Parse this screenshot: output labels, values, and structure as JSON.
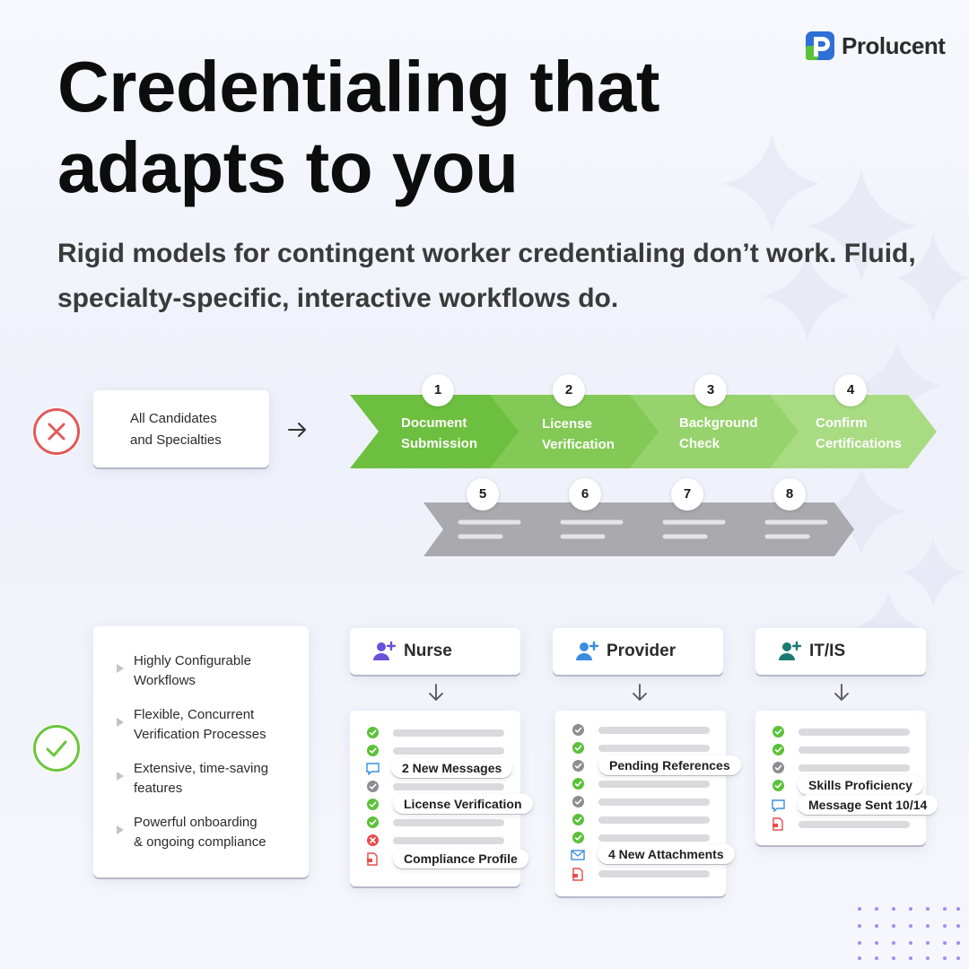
{
  "brand": {
    "name": "Prolucent",
    "colors": {
      "blue": "#2f6fd6",
      "green": "#5cc13a",
      "teal": "#1a7a73"
    }
  },
  "title": "Credentialing that adapts to you",
  "subtitle": "Rigid models for contingent worker credentialing don’t work. Fluid, specialty-specific, interactive workflows do.",
  "rigid": {
    "status_icon": "x-circle-icon",
    "source_card": {
      "line1": "All Candidates",
      "line2": "and Specialties"
    },
    "steps": [
      {
        "number": "1",
        "line1": "Document",
        "line2": "Submission"
      },
      {
        "number": "2",
        "line1": "License",
        "line2": "Verification"
      },
      {
        "number": "3",
        "line1": "Background",
        "line2": "Check"
      },
      {
        "number": "4",
        "line1": "Confirm",
        "line2": "Certifications"
      }
    ],
    "more_steps": [
      "5",
      "6",
      "7",
      "8"
    ]
  },
  "adaptive": {
    "status_icon": "check-circle-icon",
    "features": [
      {
        "line1": "Highly Configurable",
        "line2": "Workflows"
      },
      {
        "line1": "Flexible, Concurrent",
        "line2": "Verification Processes"
      },
      {
        "line1": "Extensive, time-saving",
        "line2": "features"
      },
      {
        "line1": "Powerful onboarding",
        "line2": "& ongoing compliance"
      }
    ],
    "roles": [
      {
        "name": "Nurse",
        "icon": "add-user-icon",
        "color": "#6b4fd8",
        "pills": [
          "2 New Messages",
          "License Verification",
          "Compliance Profile"
        ]
      },
      {
        "name": "Provider",
        "icon": "add-user-icon",
        "color": "#3a8de0",
        "pills": [
          "Pending References",
          "4 New Attachments"
        ]
      },
      {
        "name": "IT/IS",
        "icon": "add-user-icon",
        "color": "#1a7a73",
        "pills": [
          "Skills Proficiency",
          "Message Sent 10/14"
        ]
      }
    ]
  }
}
